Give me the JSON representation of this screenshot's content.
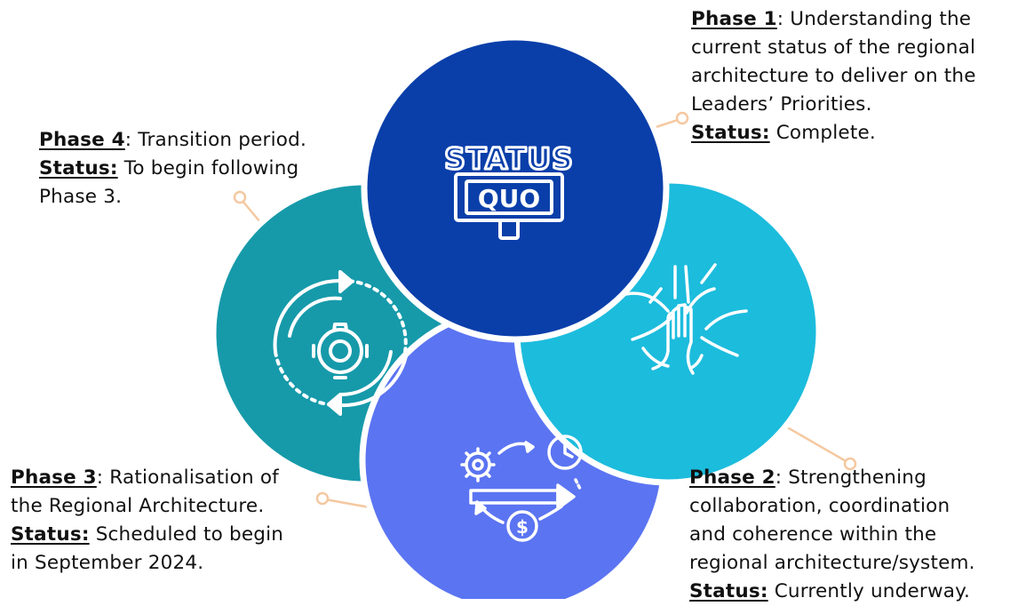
{
  "colors": {
    "phase1": "#0a3faa",
    "phase2": "#1cbcdd",
    "phase3": "#5b74f2",
    "phase4": "#169aaa",
    "connector": "#f5c8a0",
    "icon": "#ffffff"
  },
  "icons": {
    "phase1": "status-quo-sign-icon",
    "phase2": "stacked-hands-icon",
    "phase3": "process-gear-clock-money-icon",
    "phase4": "gear-cycle-arrows-icon"
  },
  "phase1_icon_text": {
    "top": "STATUS",
    "bottom": "QUO"
  },
  "phases": {
    "phase1": {
      "title": "Phase 1",
      "description_lines": [
        ": Understanding the",
        "current status of the regional",
        "architecture to deliver on the",
        "Leaders’ Priorities."
      ],
      "status_label": "Status:",
      "status_lines": [
        " Complete."
      ]
    },
    "phase2": {
      "title": "Phase 2",
      "description_lines": [
        ": Strengthening",
        "collaboration, coordination",
        "and coherence within the",
        "regional architecture/system."
      ],
      "status_label": "Status:",
      "status_lines": [
        " Currently underway."
      ]
    },
    "phase3": {
      "title": "Phase 3",
      "description_lines": [
        ": Rationalisation of",
        "the Regional Architecture."
      ],
      "status_label": "Status:",
      "status_lines": [
        " Scheduled to begin",
        "in September 2024."
      ]
    },
    "phase4": {
      "title": "Phase 4",
      "description_lines": [
        ": Transition period."
      ],
      "status_label": "Status:",
      "status_lines": [
        " To begin following",
        "Phase 3."
      ]
    }
  }
}
